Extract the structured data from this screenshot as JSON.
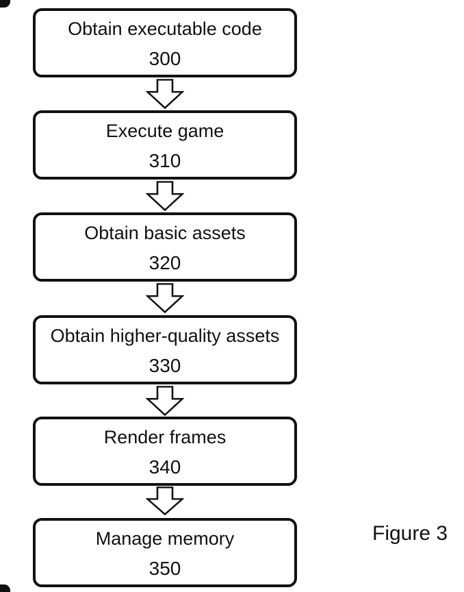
{
  "figure": {
    "label": "Figure 3"
  },
  "flowchart": {
    "connector": "hollow-block-down-arrow",
    "steps": [
      {
        "label": "Obtain executable code",
        "number": "300"
      },
      {
        "label": "Execute game",
        "number": "310"
      },
      {
        "label": "Obtain basic assets",
        "number": "320"
      },
      {
        "label": "Obtain higher-quality assets",
        "number": "330"
      },
      {
        "label": "Render frames",
        "number": "340"
      },
      {
        "label": "Manage memory",
        "number": "350"
      }
    ]
  },
  "colors": {
    "ink": "#111111",
    "background": "#ffffff"
  }
}
